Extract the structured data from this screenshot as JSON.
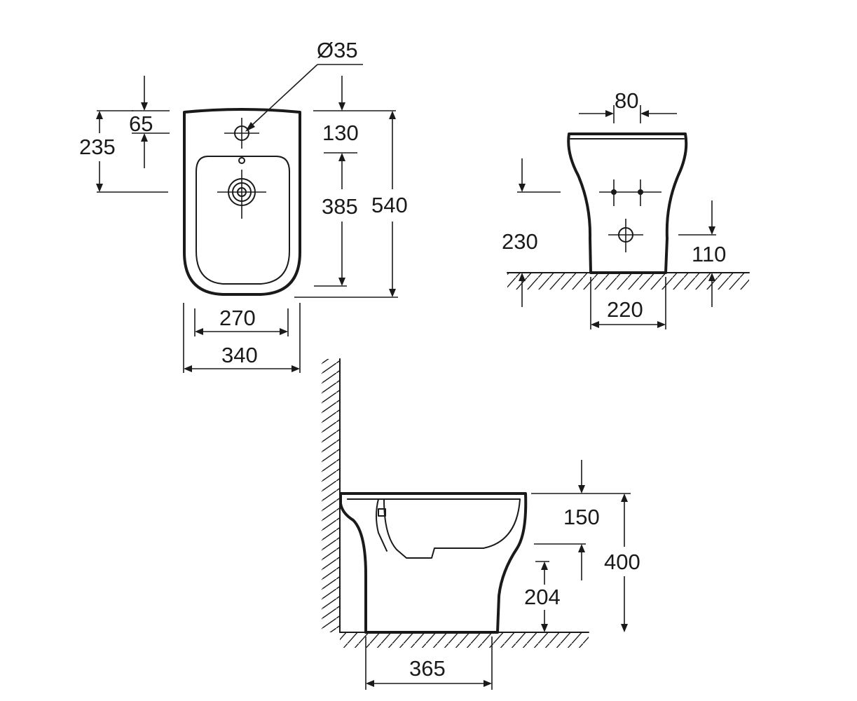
{
  "top_view": {
    "hole_diameter": "Ø35",
    "overall_length": "540",
    "bowl_length": "385",
    "tap_offset": "130",
    "tap_hole_offset": "65",
    "drain_offset": "235",
    "bowl_width": "270",
    "overall_width": "340"
  },
  "rear_view": {
    "fixing_spacing": "80",
    "fixing_height": "230",
    "outlet_height": "110",
    "base_width": "220"
  },
  "side_view": {
    "rim_depth": "150",
    "overall_height": "400",
    "outlet_height": "204",
    "base_depth": "365"
  }
}
